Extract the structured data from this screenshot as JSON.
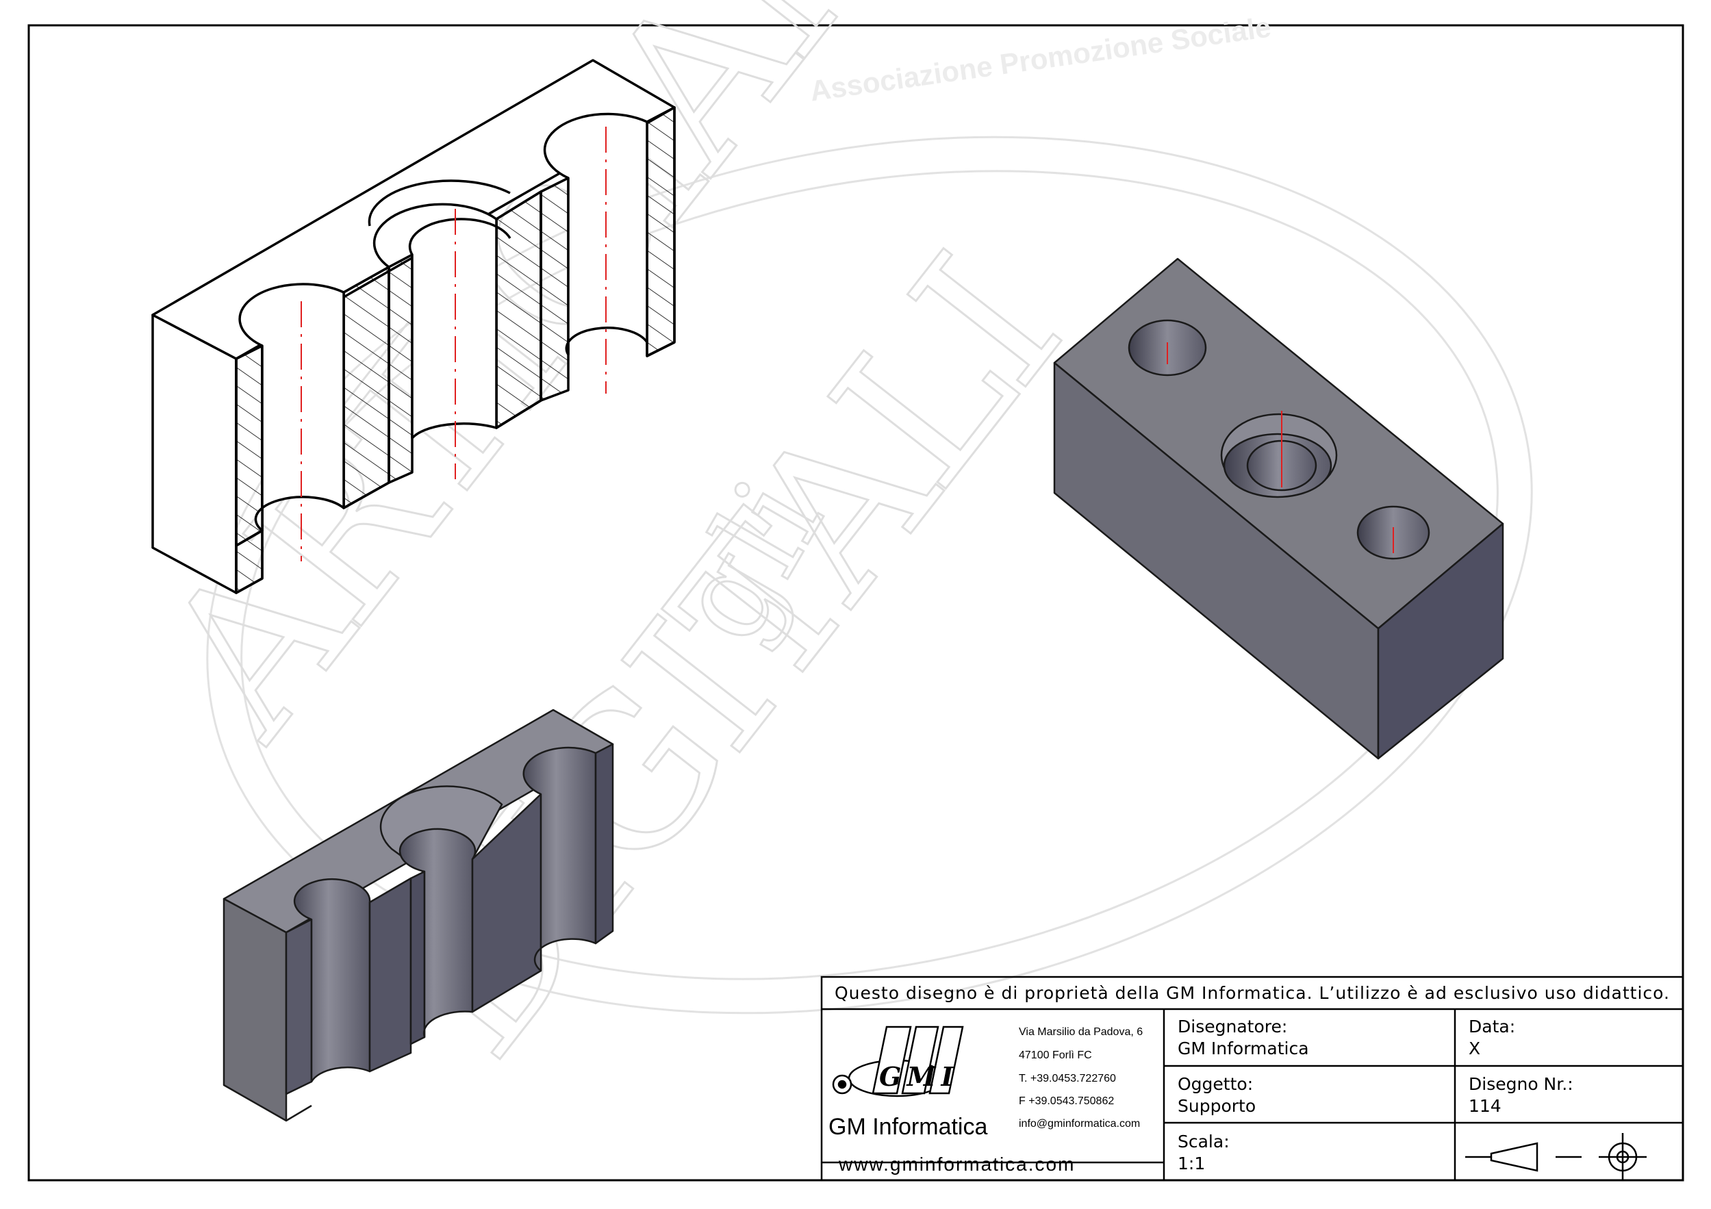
{
  "watermark": {
    "arc_text": "Associazione Promozione Sociale",
    "word_top": "ARTIGIANI",
    "word_middle": "gli",
    "word_bottom": "DIGITALI"
  },
  "title_block": {
    "banner": "Questo disegno è di proprietà della GM Informatica. L’utilizzo è ad esclusivo uso didattico.",
    "logo_text": "GMI",
    "company_name": "GM Informatica",
    "website": "www.gminformatica.com",
    "address": {
      "street": "Via Marsilio da Padova, 6",
      "city": "47100  Forlì  FC",
      "phone": "T. +39.0453.722760",
      "fax": "F +39.0543.750862",
      "email": "info@gminformatica.com"
    },
    "designer_label": "Disegnatore:",
    "designer_value": "GM  Informatica",
    "date_label": "Data:",
    "date_value": "X",
    "object_label": "Oggetto:",
    "object_value": "Supporto",
    "drawing_no_label": "Disegno  Nr.:",
    "drawing_no_value": "114",
    "scale_label": "Scala:",
    "scale_value": "1:1",
    "projection_symbol": "first-angle-projection-icon"
  },
  "colors": {
    "line": "#000000",
    "centerline": "#e02020",
    "solid_top": "#7d7d85",
    "solid_front": "#5c5c69",
    "solid_side": "#4a4a5c",
    "watermark": "#e6e6e6"
  }
}
